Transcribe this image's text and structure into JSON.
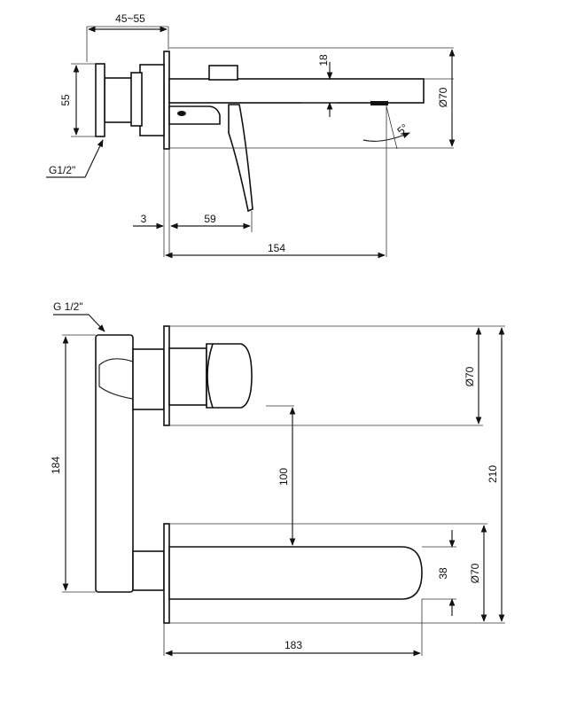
{
  "top_view": {
    "dim_depth": "45~55",
    "dim_body": "55",
    "dim_offset": "18",
    "dim_diameter": "Ø70",
    "dim_angle": "5°",
    "thread": "G1/2\"",
    "dim_plate": "3",
    "dim_lever": "59",
    "dim_spout": "154"
  },
  "front_view": {
    "thread": "G 1/2\"",
    "dim_body_height": "184",
    "dim_handle_diameter": "Ø70",
    "dim_centers": "100",
    "dim_total_height": "210",
    "dim_spout_diameter": "Ø70",
    "dim_spout_height": "38",
    "dim_spout_length": "183"
  }
}
